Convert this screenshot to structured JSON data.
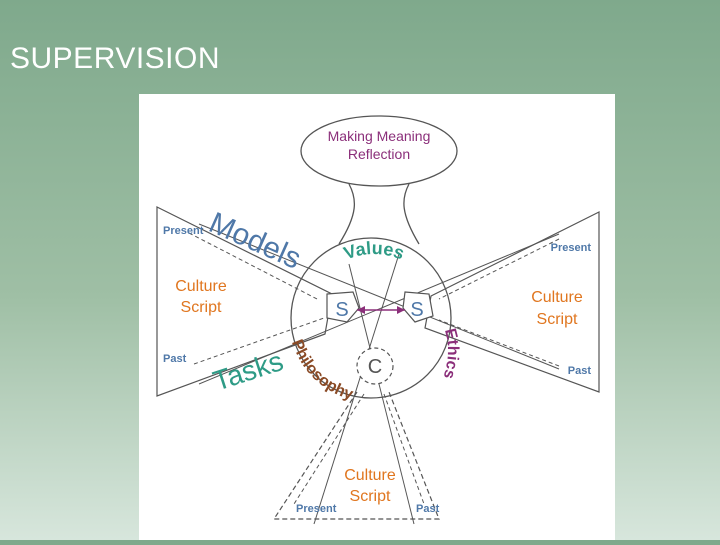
{
  "slide": {
    "title": "SUPERVISION"
  },
  "diagram": {
    "top_bubble": {
      "line1": "Making Meaning",
      "line2": "Reflection"
    },
    "ring_labels": {
      "values": "Values",
      "ethics": "Ethics",
      "philosophy": "Philosophy"
    },
    "models": "Models",
    "tasks": "Tasks",
    "nodes": {
      "s_left": "S",
      "s_right": "S",
      "c": "C"
    },
    "left_wing": {
      "present": "Present",
      "past": "Past",
      "culture1": "Culture",
      "culture2": "Script"
    },
    "right_wing": {
      "present": "Present",
      "past": "Past",
      "culture1": "Culture",
      "culture2": "Script"
    },
    "bottom_wing": {
      "present": "Present",
      "past": "Past",
      "culture1": "Culture",
      "culture2": "Script"
    },
    "colors": {
      "purple": "#8b2f7a",
      "blue": "#4f78a8",
      "teal": "#2e9b86",
      "orange": "#e0761f",
      "brown": "#8a4a25",
      "line": "#555555"
    }
  }
}
